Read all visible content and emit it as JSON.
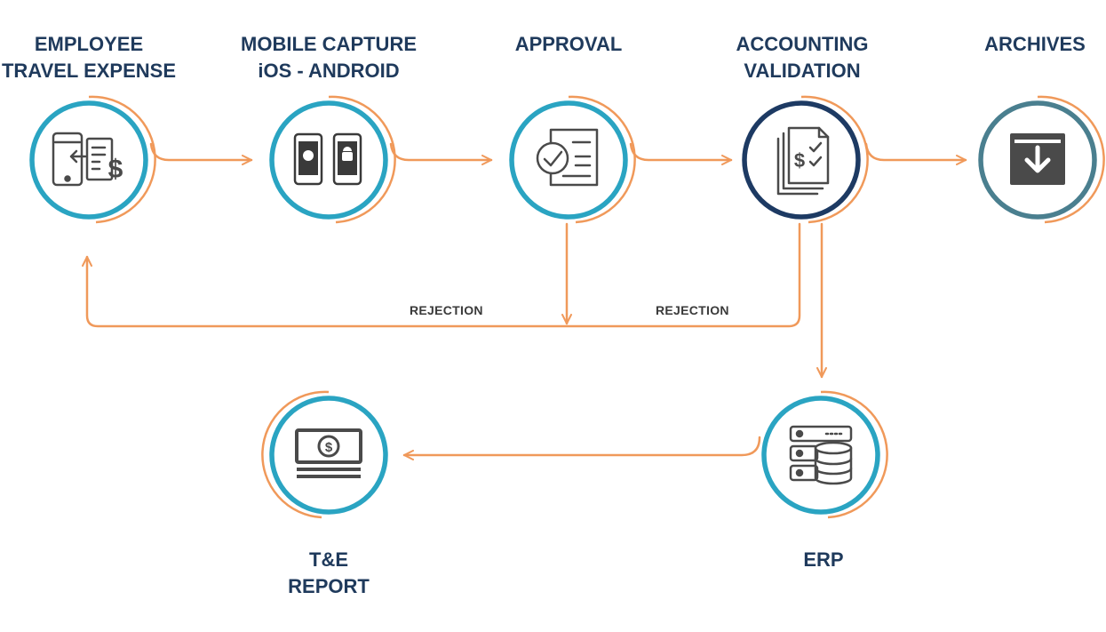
{
  "steps": [
    {
      "name": "employee",
      "lines": [
        "EMPLOYEE",
        "TRAVEL EXPENSE"
      ],
      "icon": "phone-invoice-icon",
      "ring": "#2aa4c2"
    },
    {
      "name": "mobile",
      "lines": [
        "MOBILE CAPTURE",
        "iOS - ANDROID"
      ],
      "icon": "ios-android-phones-icon",
      "ring": "#2aa4c2"
    },
    {
      "name": "approval",
      "lines": [
        "APPROVAL"
      ],
      "icon": "approved-document-icon",
      "ring": "#2aa4c2"
    },
    {
      "name": "accounting",
      "lines": [
        "ACCOUNTING",
        "VALIDATION"
      ],
      "icon": "validated-documents-icon",
      "ring": "#1d3a63"
    },
    {
      "name": "archives",
      "lines": [
        "ARCHIVES"
      ],
      "icon": "archive-box-icon",
      "ring": "#4a7f8f"
    },
    {
      "name": "erp",
      "lines": [
        "ERP"
      ],
      "icon": "database-server-icon",
      "ring": "#2aa4c2"
    },
    {
      "name": "report",
      "lines": [
        "T&E",
        "REPORT"
      ],
      "icon": "money-report-icon",
      "ring": "#2aa4c2"
    }
  ],
  "rejection_labels": [
    "REJECTION",
    "REJECTION"
  ],
  "colors": {
    "arrow": "#f0995a",
    "label": "#1f3a5c",
    "icon": "#4a4a4a"
  }
}
